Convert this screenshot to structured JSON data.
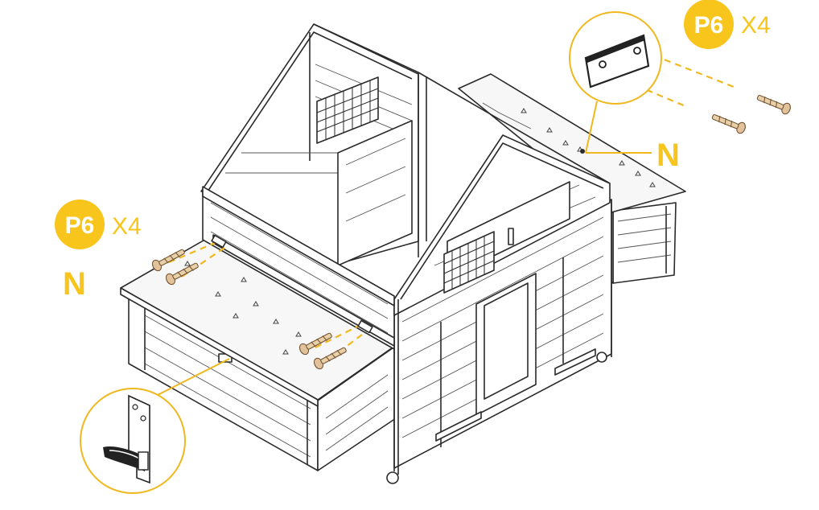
{
  "labels": {
    "part_code": "P6",
    "quantity": "X4",
    "part_letter": "N"
  },
  "colors": {
    "accent": "#F8C51C",
    "line": "#2a2a2a",
    "screw": "#E2C29A"
  },
  "icons": {
    "bracket_detail": "metal-bracket-icon",
    "latch_detail": "hook-latch-icon",
    "screw": "wood-screw-icon"
  }
}
